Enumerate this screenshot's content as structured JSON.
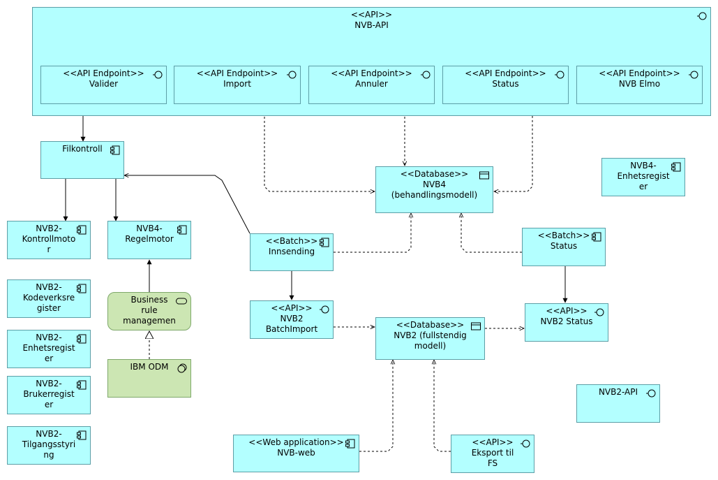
{
  "nodes": {
    "nvb_api": {
      "stereo": "<<API>>",
      "name": "NVB-API",
      "icon": "interface-icon"
    },
    "ep_valider": {
      "stereo": "<<API Endpoint>>",
      "name": "Valider",
      "icon": "interface-icon"
    },
    "ep_import": {
      "stereo": "<<API Endpoint>>",
      "name": "Import",
      "icon": "interface-icon"
    },
    "ep_annuler": {
      "stereo": "<<API Endpoint>>",
      "name": "Annuler",
      "icon": "interface-icon"
    },
    "ep_status": {
      "stereo": "<<API Endpoint>>",
      "name": "Status",
      "icon": "interface-icon"
    },
    "ep_nvb_elmo": {
      "stereo": "<<API Endpoint>>",
      "name": "NVB Elmo",
      "icon": "interface-icon"
    },
    "filkontroll": {
      "name": "Filkontroll",
      "icon": "component-icon"
    },
    "nvb4_db": {
      "stereo": "<<Database>>",
      "name": "NVB4\n(behandlingsmodell)",
      "icon": "database-icon"
    },
    "nvb4_enhet": {
      "name": "NVB4-\nEnhetsregist\ner",
      "icon": "component-icon"
    },
    "nvb2_kontroll": {
      "name": "NVB2-\nKontrollmoto\nr",
      "icon": "component-icon"
    },
    "nvb4_regel": {
      "name": "NVB4-\nRegelmotor",
      "icon": "component-icon"
    },
    "batch_innsending": {
      "stereo": "<<Batch>>",
      "name": "Innsending",
      "icon": "component-icon"
    },
    "batch_status": {
      "stereo": "<<Batch>>",
      "name": "Status",
      "icon": "component-icon"
    },
    "nvb2_kodeverk": {
      "name": "NVB2-\nKodeverksre\ngister",
      "icon": "component-icon"
    },
    "business_rule": {
      "name": "Business\nrule\nmanagemen",
      "icon": "service-icon"
    },
    "api_batchimport": {
      "stereo": "<<API>>",
      "name": "NVB2\nBatchImport",
      "icon": "interface-icon"
    },
    "nvb2_db": {
      "stereo": "<<Database>>",
      "name": "NVB2 (fullstendig\nmodell)",
      "icon": "database-icon"
    },
    "api_nvb2_status": {
      "stereo": "<<API>>",
      "name": "NVB2 Status",
      "icon": "interface-icon"
    },
    "nvb2_enhet": {
      "name": "NVB2-\nEnhetsregist\ner",
      "icon": "component-icon"
    },
    "ibm_odm": {
      "name": "IBM ODM",
      "icon": "system-software-icon"
    },
    "nvb2_bruker": {
      "name": "NVB2-\nBrukerregist\ner",
      "icon": "component-icon"
    },
    "nvb2_api": {
      "name": "NVB2-API",
      "icon": "interface-icon"
    },
    "nvb2_tilgang": {
      "name": "NVB2-\nTilgangsstyri\nng",
      "icon": "component-icon"
    },
    "nvb_web": {
      "stereo": "<<Web application>>",
      "name": "NVB-web",
      "icon": "component-icon"
    },
    "api_eksport": {
      "stereo": "<<API>>",
      "name": "Eksport til\nFS",
      "icon": "interface-icon"
    }
  },
  "colors": {
    "application": "#b3ffff",
    "technology": "#cce6b3",
    "border": "#5c9ea6"
  }
}
